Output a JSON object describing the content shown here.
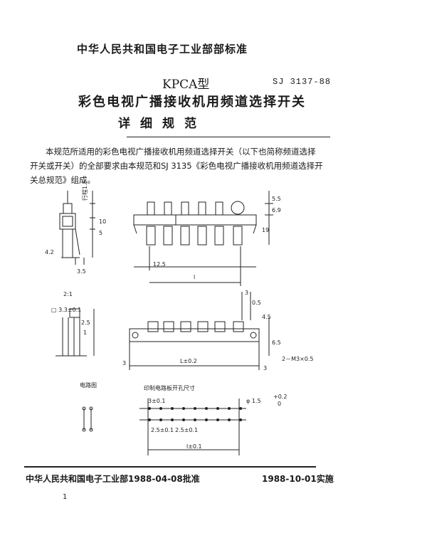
{
  "header": {
    "organization": "中华人民共和国电子工业部部标准",
    "model": "KPCA型",
    "standard_code": "SJ 3137-88",
    "title": "彩色电视广播接收机用频道选择开关",
    "subtitle": "详细规范"
  },
  "intro_text": "本规范所适用的彩色电视广播接收机用频道选择开关（以下也简称频道选择开关或开关）的全部要求由本规范和SJ 3135《彩色电视广播接收机用频道选择开关总规范》组成。",
  "drawing": {
    "labels": {
      "travel": "行程1.5",
      "d10": "10",
      "d5": "5",
      "d4_2": "4.2",
      "d3_5": "3.5",
      "d12_5": "12.5",
      "l": "l",
      "d5_5": "5.5",
      "d6_9": "6.9",
      "d19": "19",
      "scale": "2:1",
      "sq": "□ 3.3±0.1",
      "d2_5": "2.5",
      "d1": "1",
      "d3_top": "3",
      "d0_5": "0.5",
      "d4_5": "4.5",
      "d6_5": "6.5",
      "d3_left": "3",
      "L": "L±0.2",
      "d3_right": "3",
      "thread": "2－M3×0.5",
      "circuit_label": "电路图",
      "pcb_label": "印制电路板开孔尺寸",
      "hole": "φ 1.5",
      "hole_tol_up": "+0.2",
      "hole_tol_low": "0",
      "p1": "3±0.1",
      "p2": "2.5±0.1",
      "p3": "2.5±0.1",
      "lspan": "l±0.1"
    }
  },
  "footer": {
    "issued": "中华人民共和国电子工业部1988-04-08批准",
    "effective": "1988-10-01实施"
  },
  "page_number": "1"
}
